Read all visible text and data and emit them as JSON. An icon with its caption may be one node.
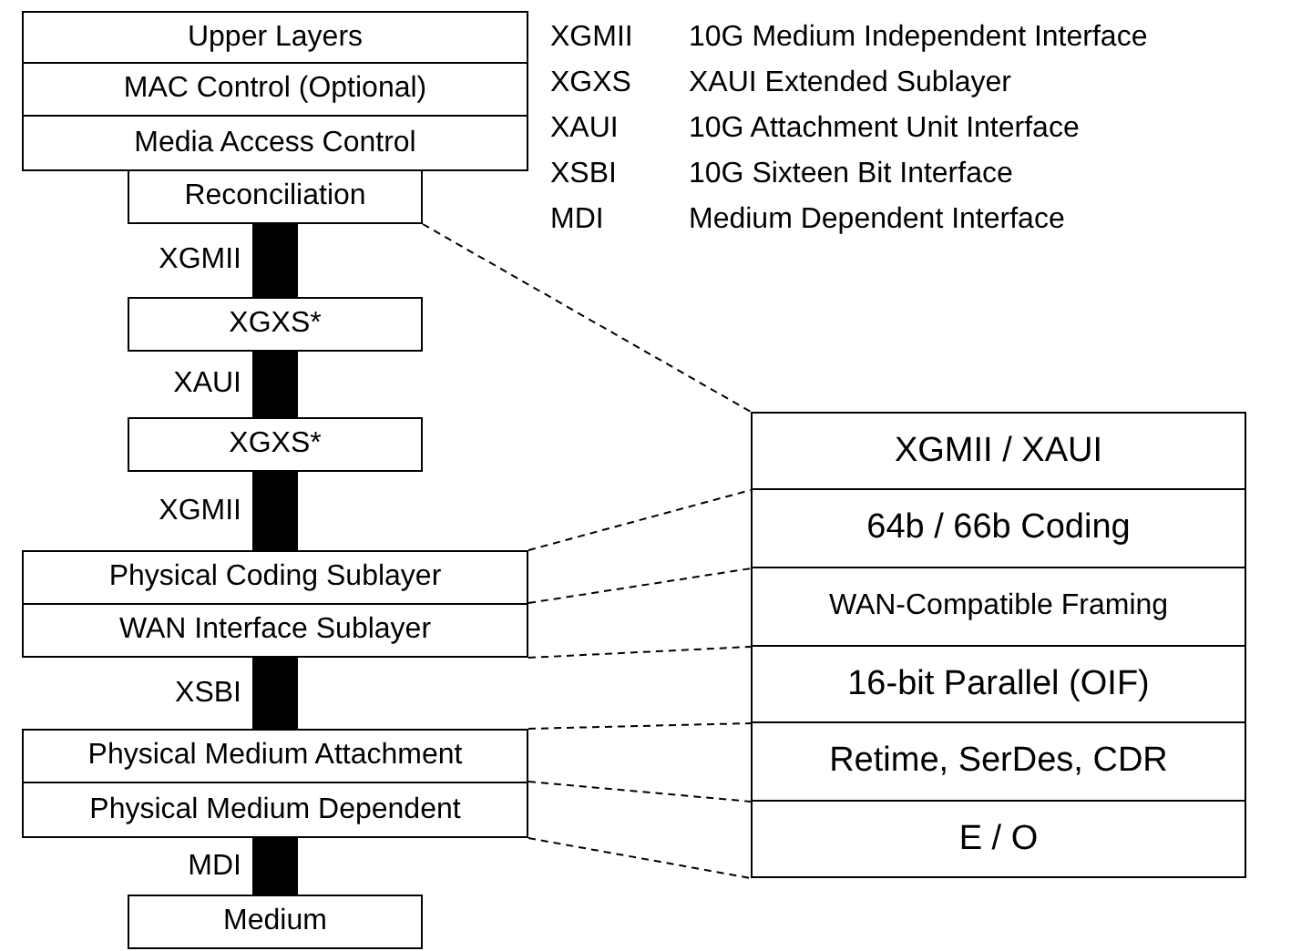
{
  "diagram": {
    "nodes": [
      {
        "text": [
          "Upper Layers"
        ]
      },
      {
        "text": [
          "MAC Control (Optional)"
        ]
      },
      {
        "text": [
          "Media Access Control"
        ]
      },
      {
        "text": [
          "Reconciliation"
        ]
      },
      {
        "text": [
          "XGXS*"
        ]
      },
      {
        "text": [
          "XGXS*"
        ]
      },
      {
        "text": [
          "Physical Coding Sublayer"
        ]
      },
      {
        "text": [
          "WAN Interface Sublayer"
        ]
      },
      {
        "text": [
          "Physical Medium Attachment"
        ]
      },
      {
        "text": [
          "Physical Medium Dependent"
        ]
      },
      {
        "text": [
          "Medium"
        ]
      },
      {
        "text": [
          "XGMII / XAUI"
        ]
      },
      {
        "text": [
          "64b / 66b Coding"
        ]
      },
      {
        "text": [
          "WAN-Compatible Framing"
        ]
      },
      {
        "text": [
          "16-bit Parallel (OIF)"
        ]
      },
      {
        "text": [
          "Retime, SerDes, CDR"
        ]
      },
      {
        "text": [
          "E / O"
        ]
      }
    ],
    "edges": [
      {
        "from": 3,
        "to": 4,
        "arrow": "none",
        "style": "thick",
        "label": "XGMII"
      },
      {
        "from": 4,
        "to": 5,
        "arrow": "none",
        "style": "thick",
        "label": "XAUI"
      },
      {
        "from": 5,
        "to": 6,
        "arrow": "none",
        "style": "thick",
        "label": "XGMII"
      },
      {
        "from": 7,
        "to": 8,
        "arrow": "none",
        "style": "thick",
        "label": "XSBI"
      },
      {
        "from": 9,
        "to": 10,
        "arrow": "none",
        "style": "thick",
        "label": "MDI"
      },
      {
        "from": 3,
        "to": 11,
        "arrow": "none",
        "style": "dashed"
      },
      {
        "from": 6,
        "to": 11,
        "arrow": "none",
        "style": "dashed"
      },
      {
        "from": 7,
        "to": 12,
        "arrow": "none",
        "style": "dashed"
      },
      {
        "from": 7,
        "to": 13,
        "arrow": "none",
        "style": "dashed"
      },
      {
        "from": 8,
        "to": 14,
        "arrow": "none",
        "style": "dashed"
      },
      {
        "from": 9,
        "to": 15,
        "arrow": "none",
        "style": "dashed"
      },
      {
        "from": 9,
        "to": 16,
        "arrow": "none",
        "style": "dashed"
      }
    ],
    "labels": [
      "XGMII",
      "10G Medium Independent Interface",
      "XGXS",
      "XAUI Extended Sublayer",
      "XAUI",
      "10G Attachment Unit Interface",
      "XSBI",
      "10G Sixteen Bit Interface",
      "MDI",
      "Medium Dependent Interface"
    ]
  }
}
